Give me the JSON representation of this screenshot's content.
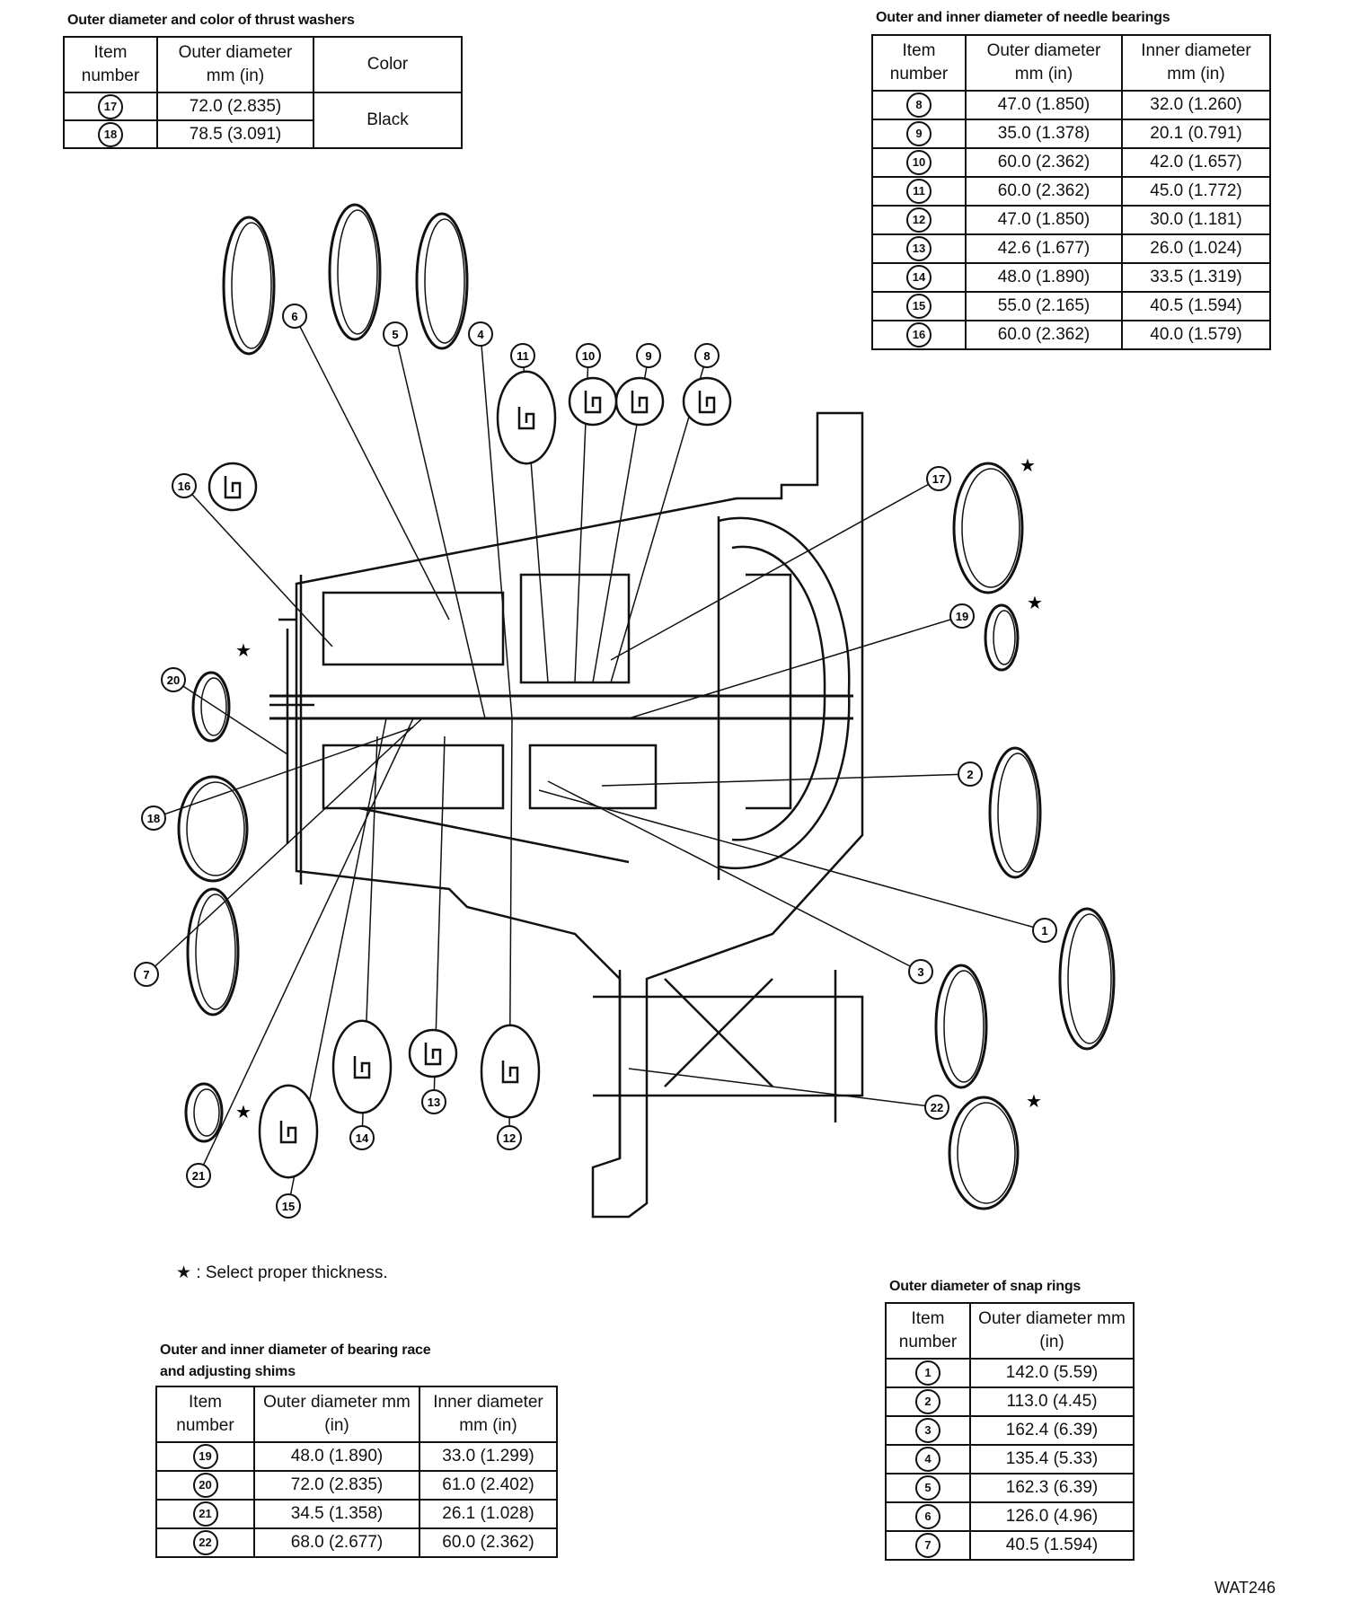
{
  "thrust_washers": {
    "caption": "Outer diameter and color of thrust washers",
    "headers": [
      "Item number",
      "Outer diameter mm (in)",
      "Color"
    ],
    "rows": [
      {
        "item": "17",
        "outer": "72.0 (2.835)"
      },
      {
        "item": "18",
        "outer": "78.5 (3.091)"
      }
    ],
    "color": "Black"
  },
  "needle_bearings": {
    "caption": "Outer and inner diameter of needle bearings",
    "headers": [
      "Item number",
      "Outer diameter mm (in)",
      "Inner diameter mm (in)"
    ],
    "rows": [
      {
        "item": "8",
        "outer": "47.0 (1.850)",
        "inner": "32.0 (1.260)"
      },
      {
        "item": "9",
        "outer": "35.0 (1.378)",
        "inner": "20.1 (0.791)"
      },
      {
        "item": "10",
        "outer": "60.0 (2.362)",
        "inner": "42.0 (1.657)"
      },
      {
        "item": "11",
        "outer": "60.0 (2.362)",
        "inner": "45.0 (1.772)"
      },
      {
        "item": "12",
        "outer": "47.0 (1.850)",
        "inner": "30.0 (1.181)"
      },
      {
        "item": "13",
        "outer": "42.6 (1.677)",
        "inner": "26.0 (1.024)"
      },
      {
        "item": "14",
        "outer": "48.0 (1.890)",
        "inner": "33.5 (1.319)"
      },
      {
        "item": "15",
        "outer": "55.0 (2.165)",
        "inner": "40.5 (1.594)"
      },
      {
        "item": "16",
        "outer": "60.0 (2.362)",
        "inner": "40.0 (1.579)"
      }
    ]
  },
  "bearing_races": {
    "caption_line1": "Outer and inner diameter of bearing race",
    "caption_line2": "and adjusting shims",
    "headers": [
      "Item number",
      "Outer diameter mm (in)",
      "Inner diameter mm (in)"
    ],
    "rows": [
      {
        "item": "19",
        "outer": "48.0 (1.890)",
        "inner": "33.0 (1.299)"
      },
      {
        "item": "20",
        "outer": "72.0 (2.835)",
        "inner": "61.0 (2.402)"
      },
      {
        "item": "21",
        "outer": "34.5 (1.358)",
        "inner": "26.1 (1.028)"
      },
      {
        "item": "22",
        "outer": "68.0 (2.677)",
        "inner": "60.0 (2.362)"
      }
    ]
  },
  "snap_rings": {
    "caption": "Outer diameter of snap rings",
    "headers": [
      "Item number",
      "Outer diameter mm (in)"
    ],
    "rows": [
      {
        "item": "1",
        "outer": "142.0 (5.59)"
      },
      {
        "item": "2",
        "outer": "113.0 (4.45)"
      },
      {
        "item": "3",
        "outer": "162.4 (6.39)"
      },
      {
        "item": "4",
        "outer": "135.4 (5.33)"
      },
      {
        "item": "5",
        "outer": "162.3 (6.39)"
      },
      {
        "item": "6",
        "outer": "126.0 (4.96)"
      },
      {
        "item": "7",
        "outer": "40.5 (1.594)"
      }
    ]
  },
  "legend": {
    "star_symbol": "★",
    "star_note": ": Select proper thickness."
  },
  "figure_code": "WAT246",
  "callouts": [
    "1",
    "2",
    "3",
    "4",
    "5",
    "6",
    "7",
    "8",
    "9",
    "10",
    "11",
    "12",
    "13",
    "14",
    "15",
    "16",
    "17",
    "18",
    "19",
    "20",
    "21",
    "22"
  ],
  "ink_color": "#111111"
}
